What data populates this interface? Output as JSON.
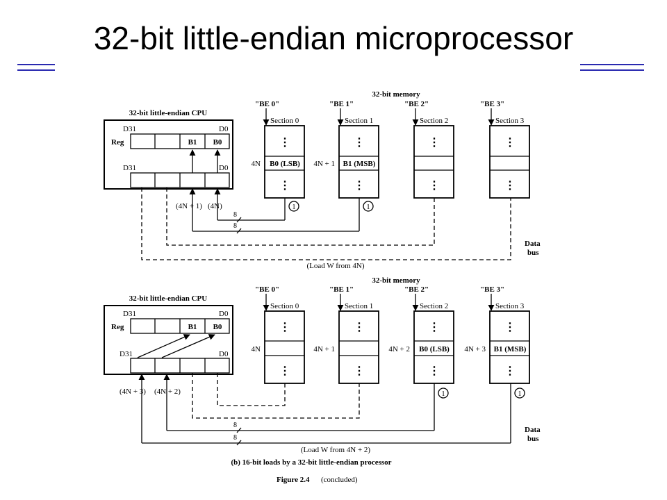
{
  "slide": {
    "title": "32-bit little-endian microprocessor",
    "accent_color": "#2a2ab0"
  },
  "top": {
    "cpu_title": "32-bit little-endian CPU",
    "d31": "D31",
    "d0": "D0",
    "reg": "Reg",
    "b1": "B1",
    "b0": "B0",
    "addr_a": "(4N + 1)",
    "addr_b": "(4N)",
    "memory_title": "32-bit memory",
    "be0": "\"BE 0\"",
    "be1": "\"BE 1\"",
    "be2": "\"BE 2\"",
    "be3": "\"BE 3\"",
    "sec0": "Section 0",
    "sec1": "Section 1",
    "sec2": "Section 2",
    "sec3": "Section 3",
    "dots": "⋮",
    "row0": "4N",
    "row1": "4N + 1",
    "cell0": "B0 (LSB)",
    "cell1": "B1 (MSB)",
    "marker": "1",
    "width": "8",
    "data": "Data",
    "bus": "bus",
    "load": "(Load W from 4N)"
  },
  "bottom": {
    "cpu_title": "32-bit little-endian CPU",
    "d31": "D31",
    "d0": "D0",
    "reg": "Reg",
    "b1": "B1",
    "b0": "B0",
    "addr_a": "(4N + 3)",
    "addr_b": "(4N + 2)",
    "memory_title": "32-bit memory",
    "be0": "\"BE 0\"",
    "be1": "\"BE 1\"",
    "be2": "\"BE 2\"",
    "be3": "\"BE 3\"",
    "sec0": "Section 0",
    "sec1": "Section 1",
    "sec2": "Section 2",
    "sec3": "Section 3",
    "dots": "⋮",
    "row0": "4N",
    "row1": "4N + 1",
    "row2": "4N + 2",
    "row3": "4N + 3",
    "cell2": "B0 (LSB)",
    "cell3": "B1 (MSB)",
    "marker": "1",
    "width": "8",
    "data": "Data",
    "bus": "bus",
    "load": "(Load W from 4N + 2)",
    "caption": "(b) 16-bit loads by a 32-bit little-endian processor"
  },
  "figure": {
    "label": "Figure 2.4",
    "note": "(concluded)"
  }
}
